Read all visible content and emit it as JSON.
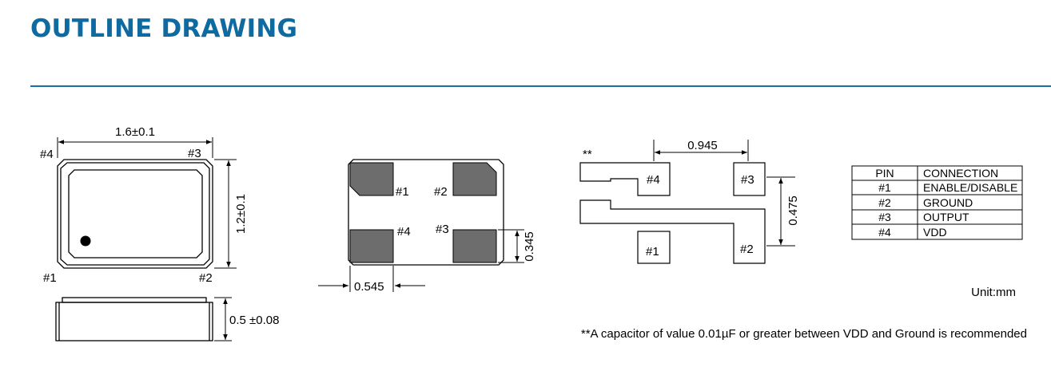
{
  "page": {
    "title": "OUTLINE DRAWING"
  },
  "top_view": {
    "width_dim": "1.6±0.1",
    "height_dim": "1.2±0.1",
    "pin4": "#4",
    "pin3": "#3",
    "pin1": "#1",
    "pin2": "#2"
  },
  "side_view": {
    "height_dim": "0.5 ±0.08"
  },
  "bottom_view": {
    "pin1": "#1",
    "pin2": "#2",
    "pin4": "#4",
    "pin3": "#3",
    "pad_width_dim": "0.545",
    "pad_height_dim": "0.345"
  },
  "land_pattern": {
    "marker": "**",
    "pitch_dim": "0.945",
    "gap_dim": "0.475",
    "pin4": "#4",
    "pin3": "#3",
    "pin1": "#1",
    "pin2": "#2"
  },
  "pin_table": {
    "headers": [
      "PIN",
      "CONNECTION"
    ],
    "rows": [
      [
        "#1",
        "ENABLE/DISABLE"
      ],
      [
        "#2",
        "GROUND"
      ],
      [
        "#3",
        "OUTPUT"
      ],
      [
        "#4",
        "VDD"
      ]
    ]
  },
  "unit": "Unit:mm",
  "footnote": "**A capacitor of value 0.01µF or greater between VDD and Ground is recommended",
  "colors": {
    "title": "#0f6aa0",
    "rule": "#1b6ea3",
    "pad": "#6d6d6d"
  }
}
